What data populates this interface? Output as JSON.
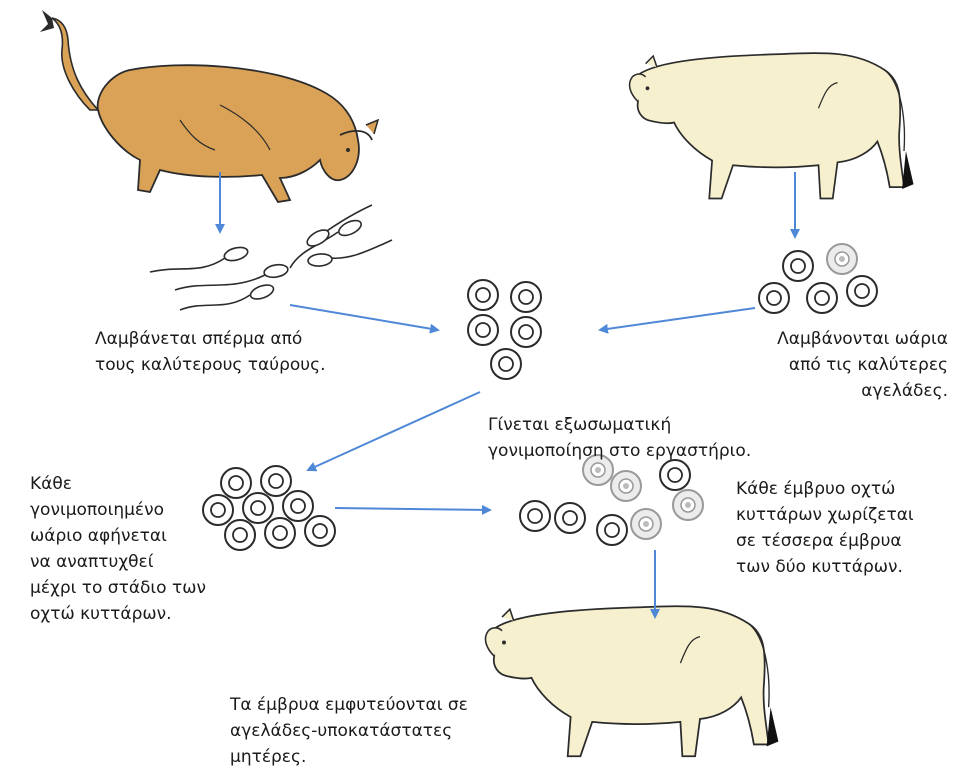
{
  "labels": {
    "sperm": "Λαμβάνεται σπέρμα από\nτους καλύτερους ταύρους.",
    "eggs": "Λαμβάνονται ωάρια\nαπό τις καλύτερες\nαγελάδες.",
    "fertilization": "Γίνεται εξωσωματική\nγονιμοποίηση στο εργαστήριο.",
    "development": "Κάθε\nγονιμοποιημένο\nωάριο αφήνεται\nνα αναπτυχθεί\nμέχρι το στάδιο των\nοχτώ κυττάρων.",
    "splitting": "Κάθε έμβρυο οχτώ\nκυττάρων χωρίζεται\nσε τέσσερα έμβρυα\nτων δύο κυττάρων.",
    "implantation": "Τα έμβρυα εμφυτεύονται σε\nαγελάδες-υποκατάστατες\nμητέρες."
  },
  "colors": {
    "bull": "#d9a257",
    "cow": "#f6f0cf",
    "arrow": "#4f88d6",
    "outline": "#2b2b2b"
  }
}
